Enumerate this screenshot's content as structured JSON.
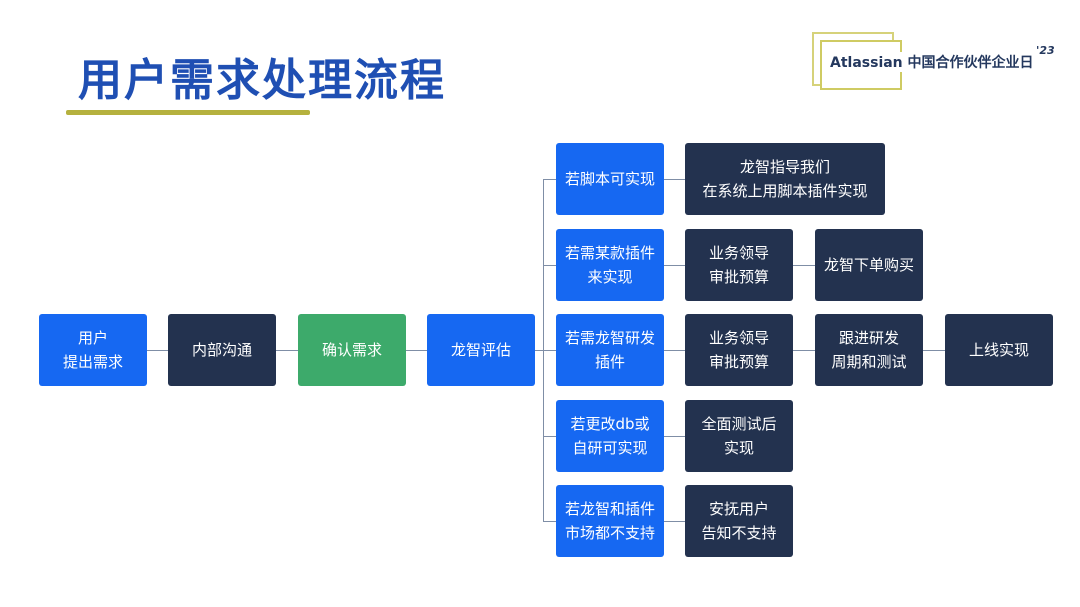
{
  "page": {
    "title": "用户需求处理流程"
  },
  "logo": {
    "brand": "Atlassian 中国合作伙伴企业日",
    "year": "'23"
  },
  "flow": {
    "main": [
      "用户\n提出需求",
      "内部沟通",
      "确认需求",
      "龙智评估"
    ],
    "branches": [
      {
        "condition": "若脚本可实现",
        "steps": [
          "龙智指导我们\n在系统上用脚本插件实现"
        ]
      },
      {
        "condition": "若需某款插件\n来实现",
        "steps": [
          "业务领导\n审批预算",
          "龙智下单购买"
        ]
      },
      {
        "condition": "若需龙智研发\n插件",
        "steps": [
          "业务领导\n审批预算",
          "跟进研发\n周期和测试",
          "上线实现"
        ]
      },
      {
        "condition": "若更改db或\n自研可实现",
        "steps": [
          "全面测试后\n实现"
        ]
      },
      {
        "condition": "若龙智和插件\n市场都不支持",
        "steps": [
          "安抚用户\n告知不支持"
        ]
      }
    ]
  },
  "colors": {
    "blue": "#1668f2",
    "navy": "#23324f",
    "green": "#3daa6b",
    "title": "#1f4fb3",
    "accent": "#b5b13e",
    "connector": "#7f8ea6"
  }
}
